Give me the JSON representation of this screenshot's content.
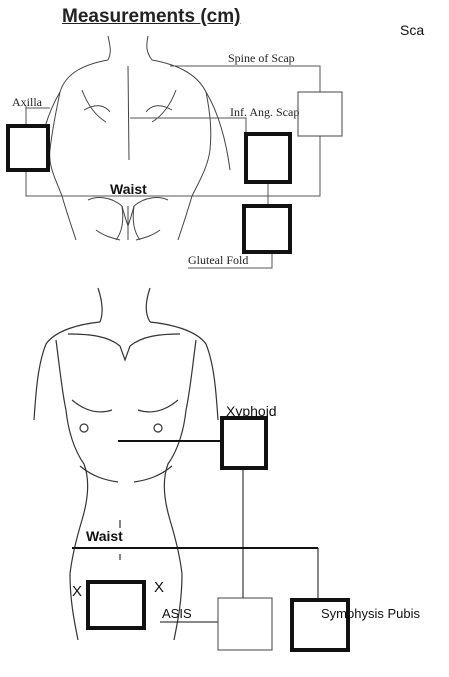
{
  "title": "Measurements (cm)",
  "top_right_text": "Sca",
  "back_view": {
    "labels": {
      "spine_of_scap": "Spine of Scap",
      "axilla": "Axilla",
      "inf_ang_scap": "Inf. Ang. Scap",
      "waist": "Waist",
      "gluteal_fold": "Gluteal Fold"
    }
  },
  "front_view": {
    "labels": {
      "xyphoid": "Xyphoid",
      "waist": "Waist",
      "x_left": "X",
      "x_right": "X",
      "asis": "ASIS",
      "symphysis_pubis": "Symphysis Pubis"
    }
  }
}
